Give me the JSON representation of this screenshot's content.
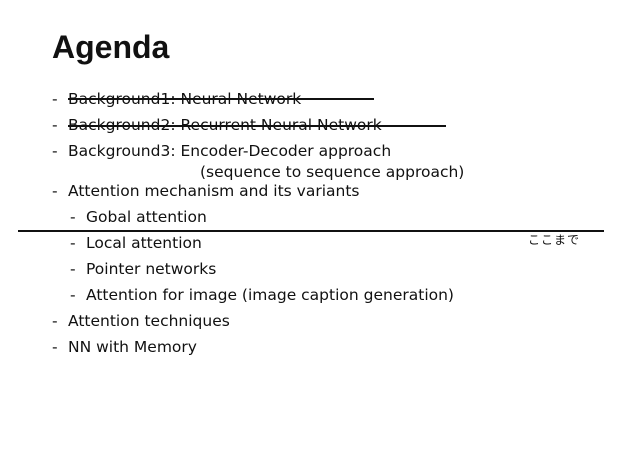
{
  "slide": {
    "title": "Agenda",
    "bullet": "-",
    "items": [
      {
        "text": "Background1: Neural Network"
      },
      {
        "text": "Background2: Recurrent Neural Network"
      },
      {
        "text": "Background3: Encoder-Decoder approach",
        "continuation": "(sequence to sequence approach)"
      },
      {
        "text": "Attention mechanism and its variants",
        "subitems": [
          {
            "text": "Gobal attention"
          },
          {
            "text": "Local attention"
          },
          {
            "text": "Pointer networks"
          },
          {
            "text": "Attention for image (image caption generation)"
          }
        ]
      },
      {
        "text": "Attention techniques"
      },
      {
        "text": "NN with Memory"
      }
    ],
    "progress_note": "ここまで"
  }
}
